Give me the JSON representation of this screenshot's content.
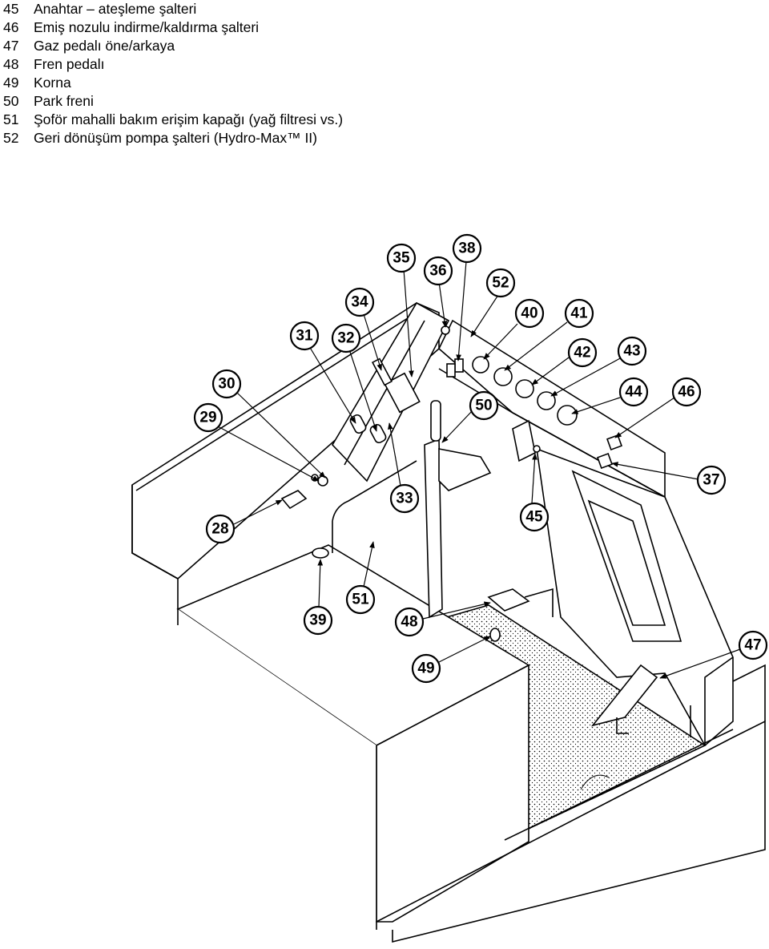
{
  "legend": [
    {
      "num": "45",
      "text": "Anahtar – ateşleme şalteri"
    },
    {
      "num": "46",
      "text": "Emiş nozulu indirme/kaldırma şalteri"
    },
    {
      "num": "47",
      "text": "Gaz pedalı öne/arkaya"
    },
    {
      "num": "48",
      "text": "Fren pedalı"
    },
    {
      "num": "49",
      "text": "Korna"
    },
    {
      "num": "50",
      "text": "Park freni"
    },
    {
      "num": "51",
      "text": "Şoför mahalli bakım erişim kapağı (yağ filtresi vs.)"
    },
    {
      "num": "52",
      "text": "Geri dönüşüm pompa şalteri (Hydro-Max™ II)"
    }
  ],
  "callouts": [
    "28",
    "29",
    "30",
    "31",
    "32",
    "33",
    "34",
    "35",
    "36",
    "37",
    "38",
    "39",
    "40",
    "41",
    "42",
    "43",
    "44",
    "45",
    "46",
    "47",
    "48",
    "49",
    "50",
    "51",
    "52"
  ],
  "colors": {
    "line": "#000000",
    "background": "#ffffff"
  }
}
